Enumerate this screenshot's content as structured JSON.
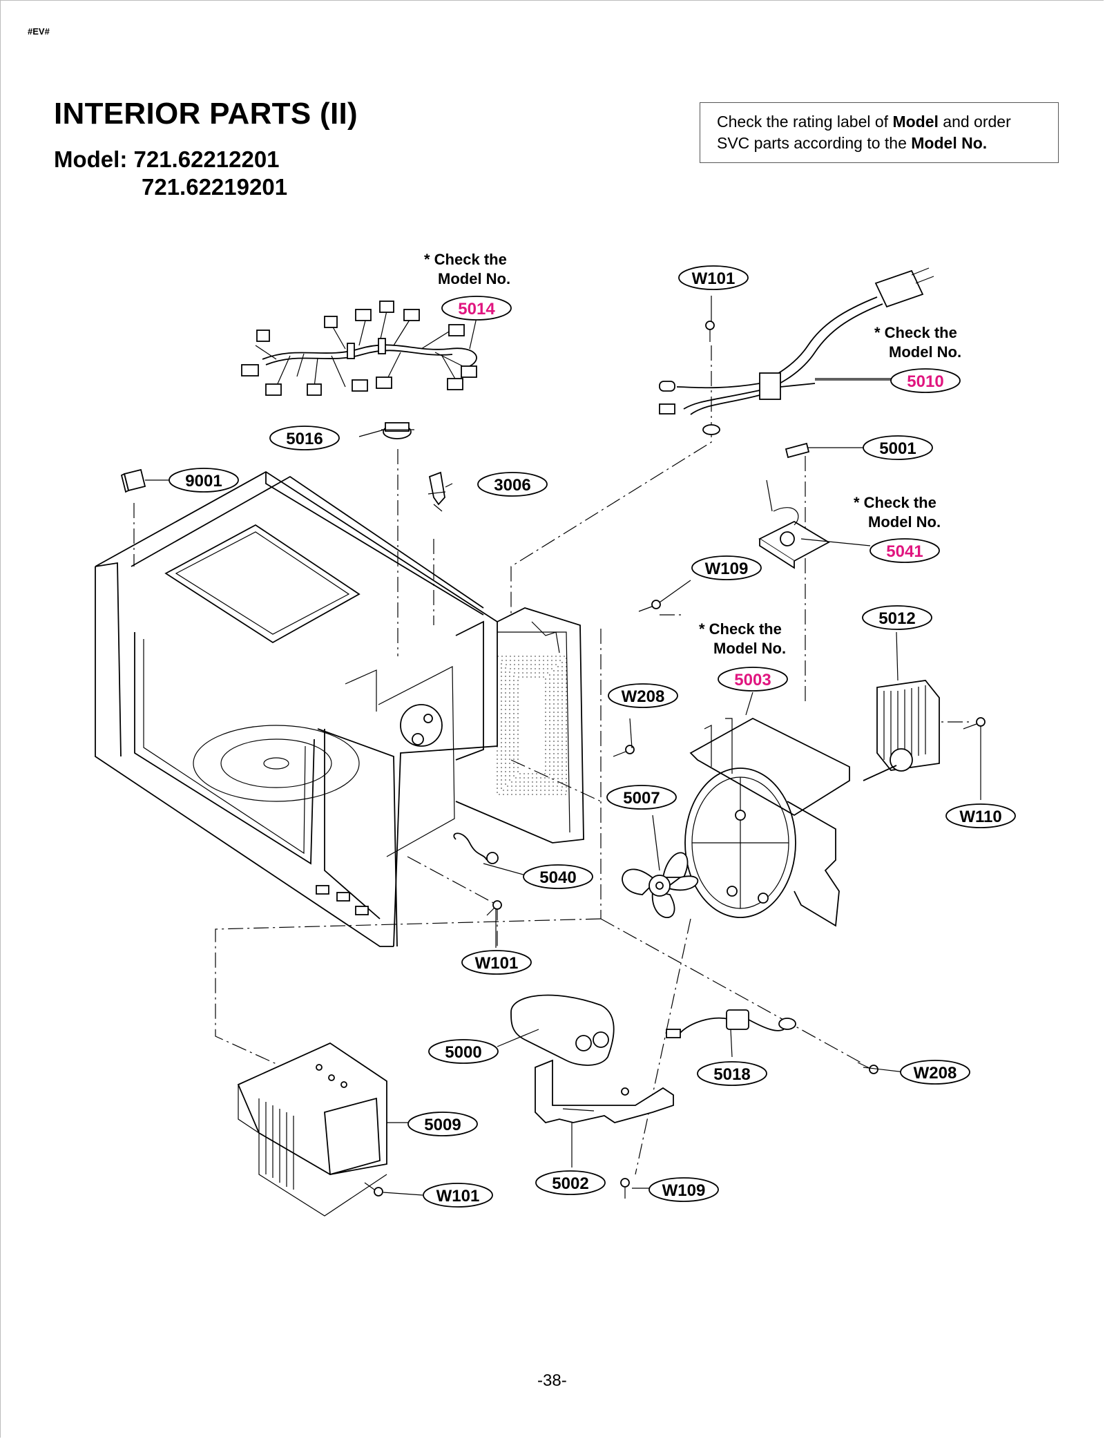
{
  "doc_code": "#EV#",
  "title": "INTERIOR PARTS (II)",
  "model_label": "Model: 721.62212201",
  "model_second": "721.62219201",
  "note": {
    "part1": "Check the rating label of ",
    "bold1": "Model",
    "part2": " and order SVC parts according to the ",
    "bold2": "Model No."
  },
  "check_note_line1": "* Check the",
  "check_note_line2": "Model No.",
  "page_number": "-38-",
  "colors": {
    "model_specific_label": "#e0157f",
    "line": "#000000"
  },
  "parts": {
    "p5014": "5014",
    "p5010": "5010",
    "p5016": "5016",
    "p9001": "9001",
    "p3006": "3006",
    "p5001": "5001",
    "p5041": "5041",
    "p5012": "5012",
    "p5003": "5003",
    "p5007": "5007",
    "p5040": "5040",
    "p5000": "5000",
    "p5018": "5018",
    "p5009": "5009",
    "p5002": "5002",
    "w101_top": "W101",
    "w101_mid": "W101",
    "w101_bot": "W101",
    "w109_top": "W109",
    "w109_bot": "W109",
    "w208_top": "W208",
    "w208_bot": "W208",
    "w110": "W110"
  }
}
